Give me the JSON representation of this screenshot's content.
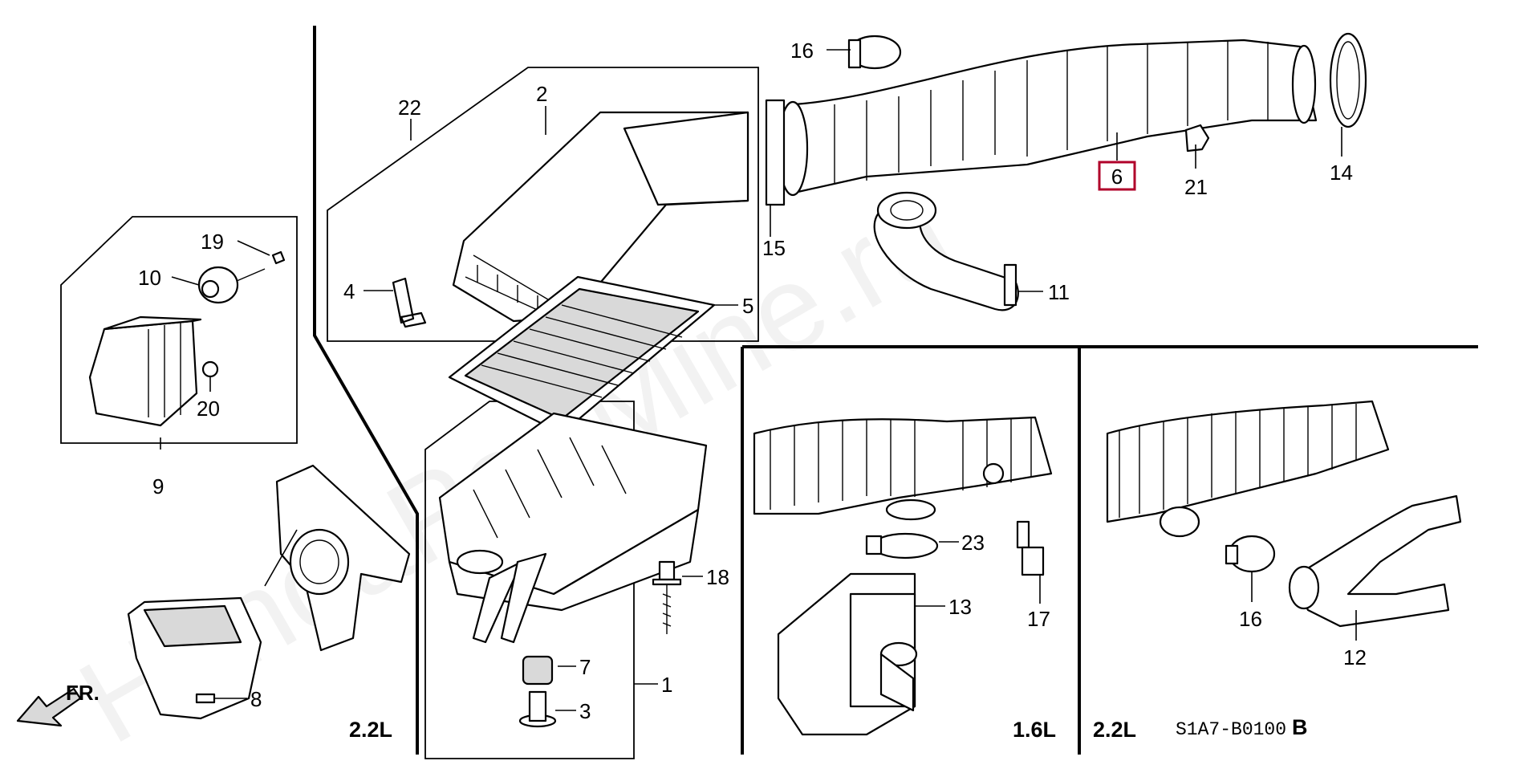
{
  "watermark": "HondaPartMine.ru",
  "diagram_code": "S1A7-B0100",
  "diagram_code_suffix": "B",
  "front_marker": "FR.",
  "engine_labels": {
    "left": "2.2L",
    "middle": "1.6L",
    "right": "2.2L"
  },
  "highlighted_part": "6",
  "callouts": {
    "c1": "1",
    "c2": "2",
    "c3": "3",
    "c4": "4",
    "c5": "5",
    "c6": "6",
    "c7": "7",
    "c8": "8",
    "c9": "9",
    "c10": "10",
    "c11": "11",
    "c12": "12",
    "c13": "13",
    "c14": "14",
    "c15": "15",
    "c16a": "16",
    "c16b": "16",
    "c17": "17",
    "c18": "18",
    "c19": "19",
    "c20": "20",
    "c21": "21",
    "c22": "22",
    "c23": "23"
  },
  "colors": {
    "highlight_border": "#b0002a",
    "line": "#000000"
  }
}
